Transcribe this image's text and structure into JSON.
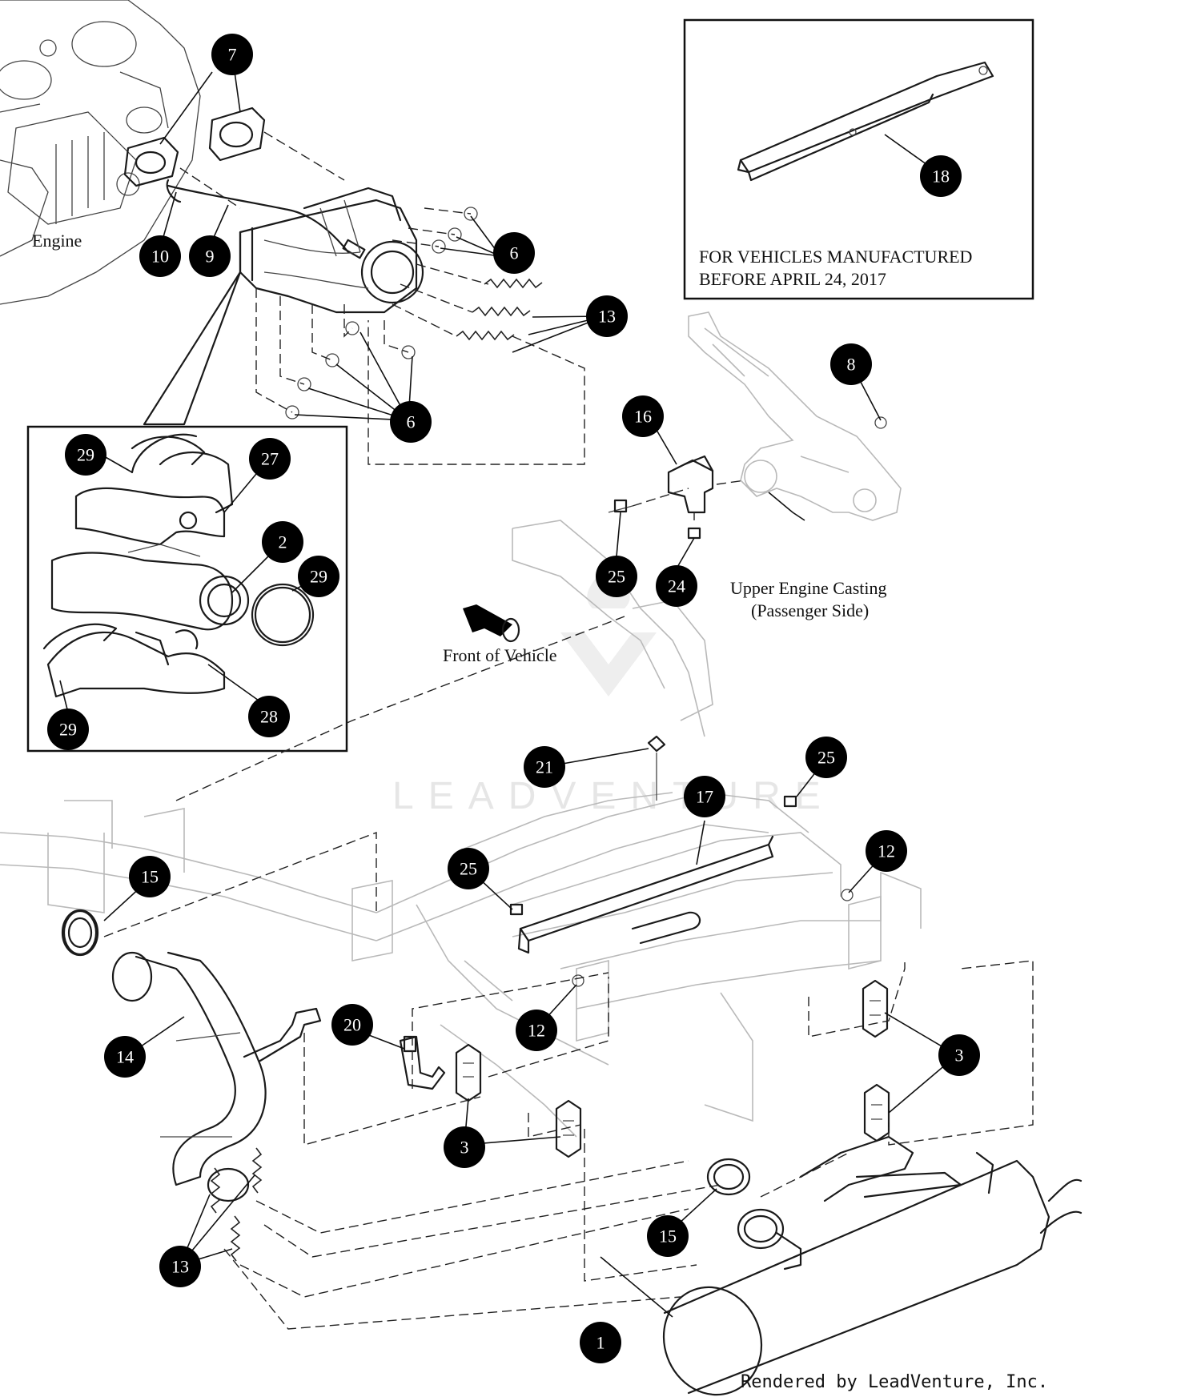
{
  "labels": {
    "engine": "Engine",
    "front_of_vehicle": "Front of Vehicle",
    "upper_engine_casting_line1": "Upper Engine Casting",
    "upper_engine_casting_line2": "(Passenger Side)",
    "inset_note_line1": "FOR VEHICLES MANUFACTURED",
    "inset_note_line2": "BEFORE APRIL 24, 2017",
    "footer": "Rendered by LeadVenture, Inc.",
    "watermark": "LEADVENTURE"
  },
  "callouts": [
    "7",
    "10",
    "9",
    "6",
    "6",
    "13",
    "6",
    "18",
    "8",
    "16",
    "25",
    "24",
    "29",
    "27",
    "2",
    "29",
    "29",
    "28",
    "21",
    "25",
    "17",
    "25",
    "15",
    "12",
    "12",
    "14",
    "20",
    "3",
    "3",
    "3",
    "13",
    "15",
    "1"
  ],
  "colors": {
    "line": "#1a1a1a",
    "frame": "#b9b9b9",
    "callout_fill": "#000000",
    "callout_text": "#ffffff",
    "watermark": "#e6e6e6"
  }
}
